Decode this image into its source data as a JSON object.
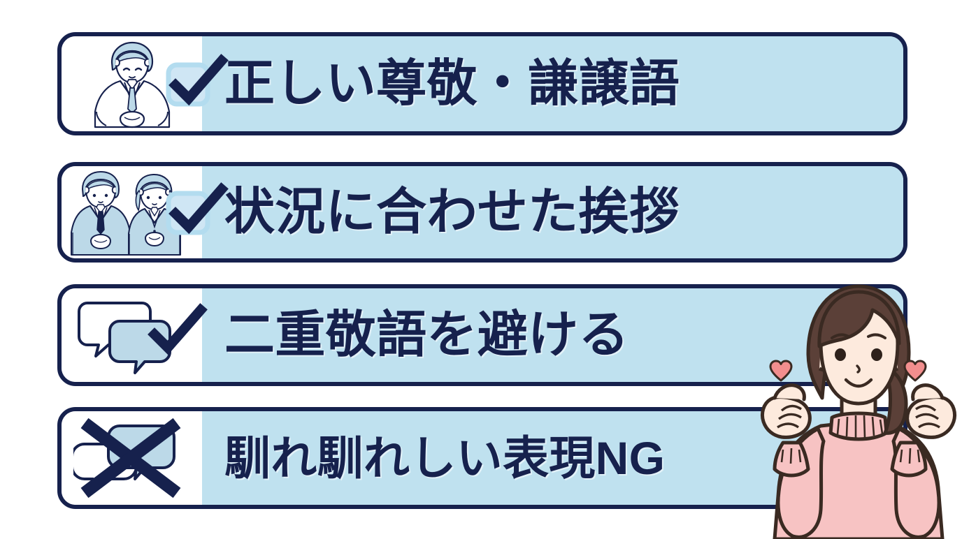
{
  "page": {
    "background_color": "#ffffff",
    "accent_navy": "#16214d",
    "accent_light_blue": "#bfe1ef",
    "icon_panel_color": "#ffffff",
    "heart_color": "#f08a8a",
    "sweater_color": "#f7c3c3",
    "hair_color": "#5b4038",
    "skin_color": "#fde8dc"
  },
  "cards": [
    {
      "id": "card-1",
      "label": "正しい尊敬・謙譲語",
      "icon_name": "bowing-businessman-icon",
      "status_icon": "checkmark-icon",
      "status": "ok"
    },
    {
      "id": "card-2",
      "label": "状況に合わせた挨拶",
      "icon_name": "bowing-pair-icon",
      "status_icon": "checkmark-icon",
      "status": "ok"
    },
    {
      "id": "card-3",
      "label": "二重敬語を避ける",
      "icon_name": "speech-bubbles-icon",
      "status_icon": "checkmark-icon",
      "status": "ok"
    },
    {
      "id": "card-4",
      "label": "馴れ馴れしい表現NG",
      "icon_name": "speech-bubbles-crossed-icon",
      "status_icon": "cross-icon",
      "status": "ng"
    }
  ],
  "character": {
    "name": "woman-finger-heart-illustration",
    "gesture": "finger-heart",
    "hearts": [
      {
        "name": "heart-left-icon"
      },
      {
        "name": "heart-right-icon"
      }
    ]
  }
}
